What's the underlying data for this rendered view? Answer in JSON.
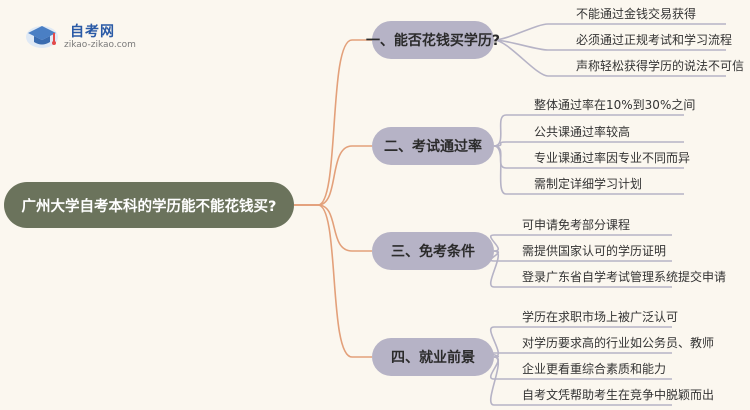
{
  "logo": {
    "title": "自考网",
    "subtitle": "zikao-zikao.com",
    "mark_colors": {
      "cap": "#4a7fc4",
      "accent": "#e24a4a",
      "ring": "#dfe9f5"
    }
  },
  "mindmap": {
    "root": "广州大学自考本科的学历能不能花钱买?",
    "branches": [
      {
        "label": "一、能否花钱买学历?",
        "leaves": [
          "不能通过金钱交易获得",
          "必须通过正规考试和学习流程",
          "声称轻松获得学历的说法不可信"
        ]
      },
      {
        "label": "二、考试通过率",
        "leaves": [
          "整体通过率在10%到30%之间",
          "公共课通过率较高",
          "专业课通过率因专业不同而异",
          "需制定详细学习计划"
        ]
      },
      {
        "label": "三、免考条件",
        "leaves": [
          "可申请免考部分课程",
          "需提供国家认可的学历证明",
          "登录广东省自学考试管理系统提交申请"
        ]
      },
      {
        "label": "四、就业前景",
        "leaves": [
          "学历在求职市场上被广泛认可",
          "对学历要求高的行业如公务员、教师",
          "企业更看重综合素质和能力",
          "自考文凭帮助考生在竞争中脱颖而出"
        ]
      }
    ]
  },
  "colors": {
    "background": "#fbf7ef",
    "root_fill": "#6b735c",
    "branch_fill": "#b6b3c6",
    "root_link": "#e3a07a",
    "branch_link": "#b6b3c6"
  }
}
